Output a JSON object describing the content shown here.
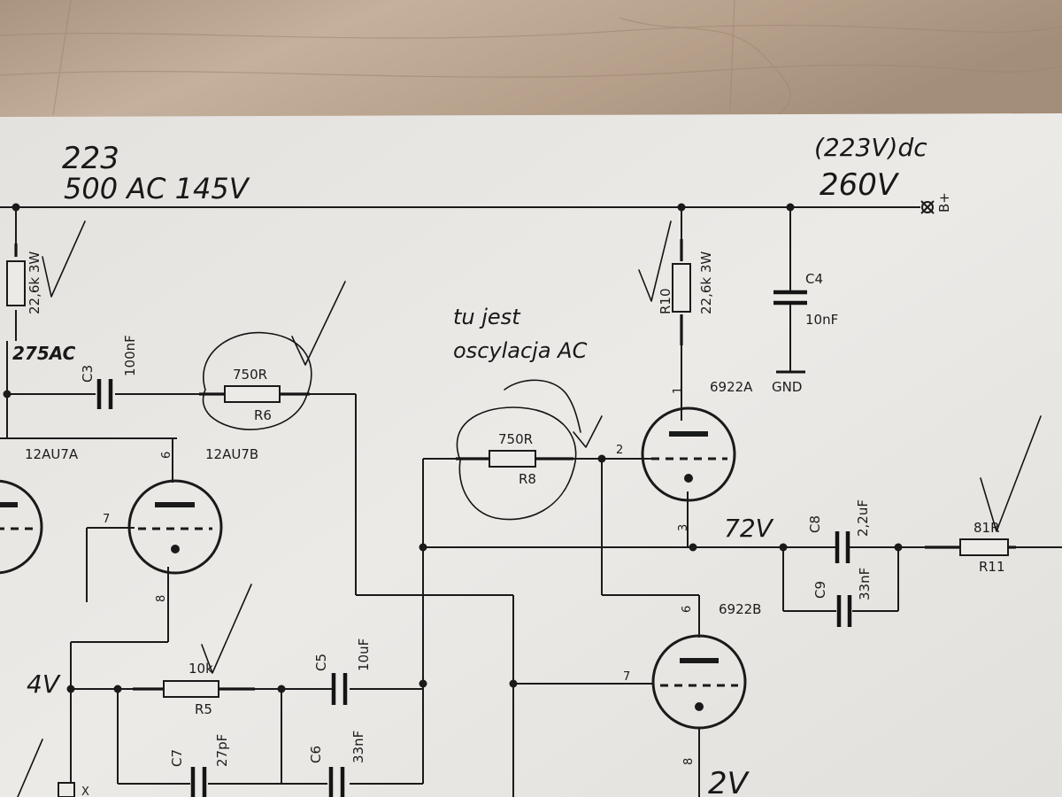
{
  "components": {
    "r10": {
      "name": "R10",
      "value": "22,6k 3W"
    },
    "r_left": {
      "value": "22,6k 3W"
    },
    "c4": {
      "name": "C4",
      "value": "10nF"
    },
    "c3": {
      "name": "C3",
      "value": "100nF"
    },
    "r6": {
      "name": "R6",
      "value": "750R"
    },
    "r8": {
      "name": "R8",
      "value": "750R"
    },
    "c8": {
      "name": "C8",
      "value": "2,2uF"
    },
    "c9": {
      "name": "C9",
      "value": "33nF"
    },
    "r11": {
      "name": "R11",
      "value": "81R"
    },
    "r5": {
      "name": "R5",
      "value": "10k"
    },
    "c5": {
      "name": "C5",
      "value": "10uF"
    },
    "c6": {
      "name": "C6",
      "value": "33nF"
    },
    "c7": {
      "name": "C7",
      "value": "27pF"
    }
  },
  "tubes": {
    "tube_12au7a": {
      "label": "12AU7A"
    },
    "tube_12au7b": {
      "label": "12AU7B",
      "pins": [
        "6",
        "7",
        "8"
      ]
    },
    "tube_6922a": {
      "label": "6922A",
      "pins": [
        "1",
        "2",
        "3"
      ]
    },
    "tube_6922b": {
      "label": "6922B",
      "pins": [
        "6",
        "7",
        "8"
      ]
    }
  },
  "nets": {
    "gnd": "GND",
    "bplus": "B+",
    "x_pin": "X"
  },
  "handwritten": {
    "top_left_1": "223",
    "top_left_2": "500 AC 145V",
    "top_right_1": "(223V)dc",
    "top_right_2": "260V",
    "note_1": "tu jest",
    "note_2": "oscylacja AC",
    "v_275": "275AC",
    "v_72": "72V",
    "v_4": "4V",
    "v_2": "2V"
  },
  "colors": {
    "paper": "#eceae6",
    "ink": "#1a1a1a",
    "wood": "#b9a491"
  }
}
